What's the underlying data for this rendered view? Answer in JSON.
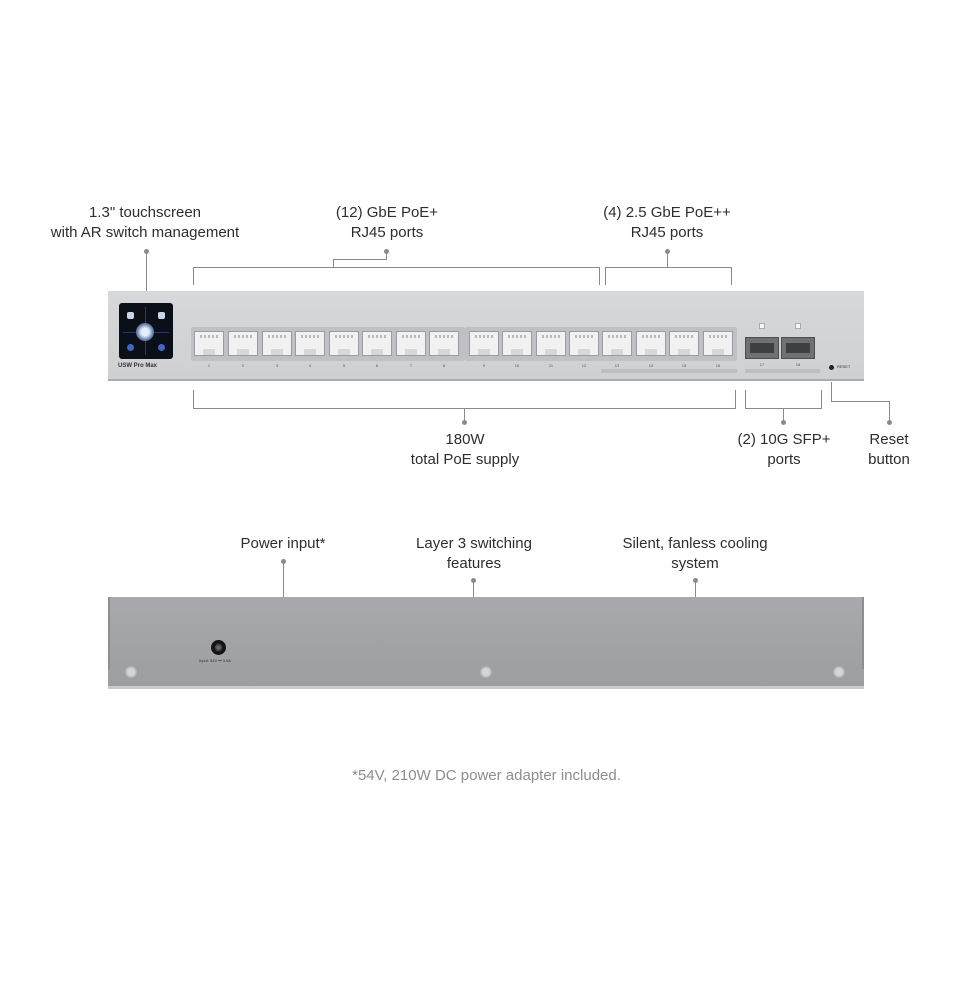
{
  "callouts": {
    "touchscreen": [
      "1.3\" touchscreen",
      "with AR switch management"
    ],
    "gbe_ports": [
      "(12) GbE PoE+",
      "RJ45 ports"
    ],
    "ports_25": [
      "(4) 2.5 GbE PoE++",
      "RJ45 ports"
    ],
    "poe_supply": [
      "180W",
      "total PoE supply"
    ],
    "sfp_ports": [
      "(2) 10G SFP+",
      "ports"
    ],
    "reset": [
      "Reset",
      "button"
    ],
    "power_input": [
      "Power input*"
    ],
    "layer3": [
      "Layer 3 switching",
      "features"
    ],
    "cooling": [
      "Silent, fanless cooling",
      "system"
    ]
  },
  "device": {
    "model": "USW Pro Max",
    "reset_label": "RESET",
    "rear_input_label": "Input: 54V ⎓ 3.9A",
    "port_labels": [
      "1",
      "2",
      "3",
      "4",
      "5",
      "6",
      "7",
      "8",
      "9",
      "10",
      "11",
      "12",
      "13",
      "14",
      "15",
      "16"
    ],
    "sfp_labels": [
      "17",
      "18"
    ]
  },
  "footnote": "*54V, 210W DC power adapter included.",
  "colors": {
    "chassis_front": "#d4d5d7",
    "chassis_rear": "#a3a5a8",
    "screen": "#0b0f18",
    "callout_line": "#8a8a8a"
  }
}
